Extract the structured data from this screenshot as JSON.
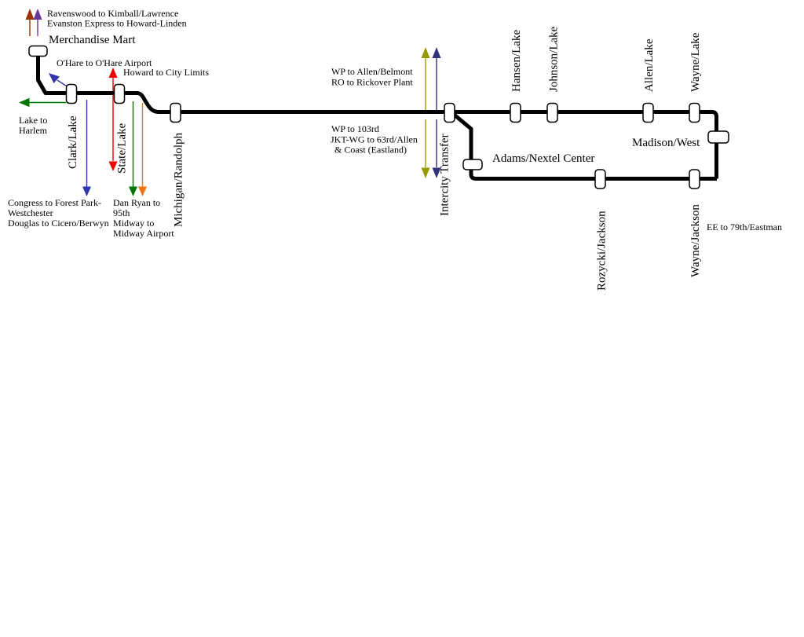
{
  "map": {
    "route_color": "#000000",
    "background": "#FFFFFF",
    "stations": {
      "merchandise_mart": "Merchandise Mart",
      "clark_lake": "Clark/Lake",
      "state_lake": "State/Lake",
      "michigan_randolph": "Michigan/Randolph",
      "intercity_transfer": "Intercity Transfer",
      "hansen_lake": "Hansen/Lake",
      "johnson_lake": "Johnson/Lake",
      "allen_lake": "Allen/Lake",
      "wayne_lake": "Wayne/Lake",
      "madison_west": "Madison/West",
      "adams_nextel_center": "Adams/Nextel Center",
      "rozycki_jackson": "Rozycki/Jackson",
      "wayne_jackson": "Wayne/Jackson"
    },
    "destinations": {
      "ravenswood": {
        "label": "Ravenswood to Kimball/Lawrence",
        "color": "#993300"
      },
      "evanston_express": {
        "label": "Evanston Express to Howard-Linden",
        "color": "#663399"
      },
      "ohare": {
        "label": "O'Hare to O'Hare Airport",
        "color": "#0000CC",
        "arrow_color": "#3333AA"
      },
      "howard": {
        "label": "Howard to City Limits",
        "color": "#EE0000"
      },
      "lake_west": {
        "line1": "Lake to",
        "line2": "Harlem",
        "color": "#007700"
      },
      "congress": {
        "line1": "Congress to Forest Park-",
        "line2": "Westchester",
        "line3": "Douglas to Cicero/Berwyn",
        "color": "#0000CC",
        "arrow_color": "#3333AA"
      },
      "dan_ryan": {
        "line1": "Dan Ryan to",
        "line2": "95th",
        "color": "#007700"
      },
      "midway": {
        "line1": "Midway to",
        "line2": "Midway Airport",
        "color": "#EE7711"
      },
      "wp_north": {
        "label": "WP to Allen/Belmont",
        "color": "#999900"
      },
      "ro": {
        "label": "RO to Rickover Plant",
        "color": "#333377"
      },
      "wp_south": {
        "label": "WP to 103rd",
        "color": "#999900"
      },
      "jkt_wg": {
        "line1": "JKT-WG to 63rd/Allen",
        "line2": "& Coast (Eastland)",
        "color": "#333377"
      },
      "ee": {
        "label": "EE to 79th/Eastman",
        "color": "#000000"
      }
    }
  }
}
